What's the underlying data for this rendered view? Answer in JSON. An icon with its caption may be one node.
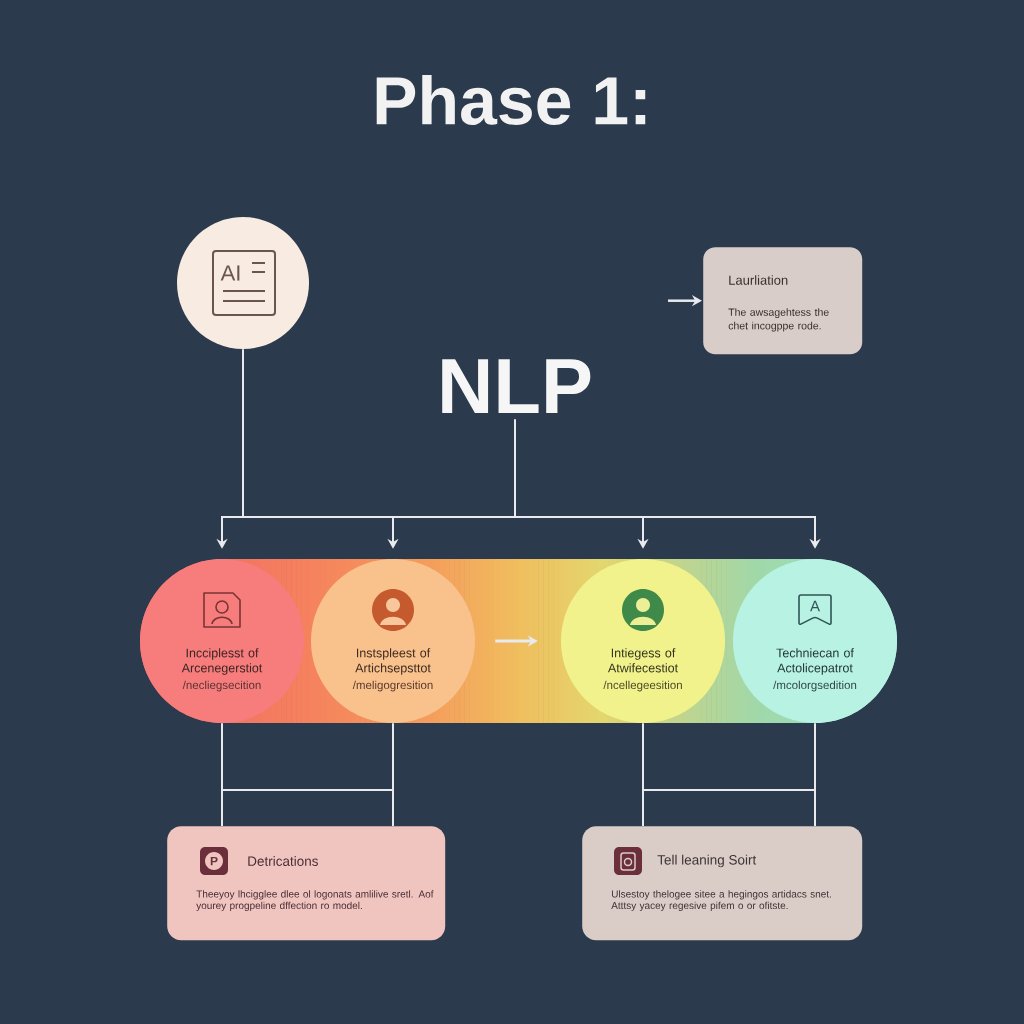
{
  "diagram": {
    "title": "Phase 1:",
    "nodes": [
      {
        "text": [
          "AI"
        ]
      },
      {
        "text": [
          "NLP"
        ]
      },
      {
        "text": [
          "Laurliation",
          "The awsagehtess the chet incogppe rode."
        ]
      },
      {
        "text": [],
        "shape": "bar"
      },
      {
        "text": [
          "Incciplesst of Arcenegerstiot",
          "/necliegsecition"
        ],
        "in": 3
      },
      {
        "text": [
          "Instspleest of Artichsepsttot",
          "/meligogresition"
        ],
        "in": 3
      },
      {
        "text": [
          "Intiegess of Atwifecestiot",
          "/ncellegeesition"
        ],
        "in": 3
      },
      {
        "text": [
          "A",
          "Techniecan of Actolicepatrot",
          "/mcolorgsedition"
        ],
        "in": 3
      },
      {
        "text": [
          "P",
          "Detrications",
          "Theeyoy lhcigglee dlee ol logonats amlilive sretl. Aof yourey progpeline dffection ro model."
        ]
      },
      {
        "text": [
          "Tell leaning Soirt",
          "Ulsestoy thelogee sitee a hegingos artidacs snet. Atttsy yacey regesive pifem o or ofitste."
        ]
      }
    ],
    "edges": [
      {
        "from": 0,
        "to": 4,
        "arrow": "to"
      },
      {
        "from": 0,
        "to": 5,
        "arrow": "to"
      },
      {
        "from": 0,
        "to": 6,
        "arrow": "to"
      },
      {
        "from": 0,
        "to": 7,
        "arrow": "to"
      },
      {
        "from": 1,
        "to": 4,
        "arrow": "to"
      },
      {
        "from": 1,
        "to": 5,
        "arrow": "to"
      },
      {
        "from": 1,
        "to": 6,
        "arrow": "to"
      },
      {
        "from": 1,
        "to": 7,
        "arrow": "to"
      },
      {
        "from": null,
        "to": 2,
        "arrow": "to"
      },
      {
        "from": 5,
        "to": 6,
        "arrow": "to"
      },
      {
        "from": 4,
        "to": 8,
        "arrow": "none"
      },
      {
        "from": 5,
        "to": 8,
        "arrow": "none"
      },
      {
        "from": 6,
        "to": 9,
        "arrow": "none"
      },
      {
        "from": 7,
        "to": 9,
        "arrow": "none"
      }
    ]
  }
}
